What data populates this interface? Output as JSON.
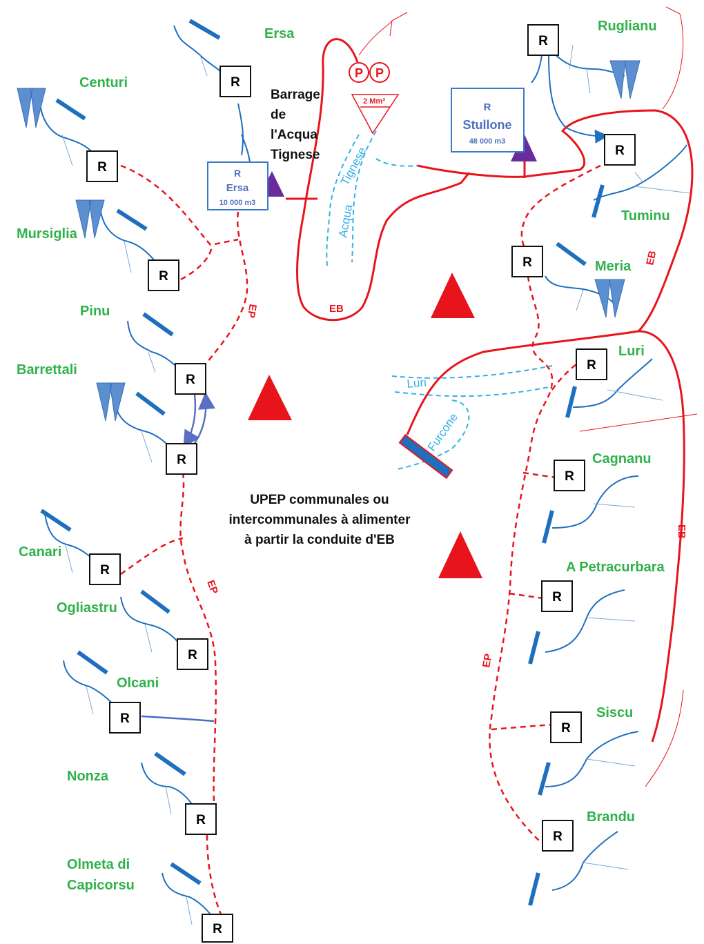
{
  "villages": {
    "ersa": "Ersa",
    "centuri": "Centuri",
    "mursiglia": "Mursiglia",
    "pinu": "Pinu",
    "barrettali": "Barrettali",
    "canari": "Canari",
    "ogliastru": "Ogliastru",
    "olcani": "Olcani",
    "nonza": "Nonza",
    "olmeta_1": "Olmeta di",
    "olmeta_2": "Capicorsu",
    "ruglianu": "Ruglianu",
    "tuminu": "Tuminu",
    "meria": "Meria",
    "luri": "Luri",
    "cagnanu": "Cagnanu",
    "petracurbara": "A Petracurbara",
    "siscu": "Siscu",
    "brandu": "Brandu"
  },
  "reservoir_marker": "R",
  "pump_marker": "P",
  "dam": {
    "line1": "Barrage",
    "line2": "de",
    "line3": "l'Acqua",
    "line4": "Tignese",
    "volume": "2 Mm³"
  },
  "reservoirs": {
    "ersa": {
      "letter": "R",
      "name": "Ersa",
      "volume": "10 000 m3"
    },
    "stullone": {
      "letter": "R",
      "name": "Stullone",
      "volume": "48 000 m3"
    }
  },
  "pipes": {
    "eb": "EB",
    "ep": "EP"
  },
  "rivers": {
    "acqua": "Acqua",
    "tignese": "Tignese",
    "luri": "Luri",
    "furcone": "Furcone"
  },
  "caption": {
    "line1": "UPEP communales ou",
    "line2": "intercommunales à alimenter",
    "line3": "à partir la conduite d'EB"
  },
  "colors": {
    "eb": "#e8141c",
    "village": "#2fb24a",
    "water": "#1f6fbf",
    "river_label": "#2fb0e8",
    "purple": "#6a2c9c"
  }
}
